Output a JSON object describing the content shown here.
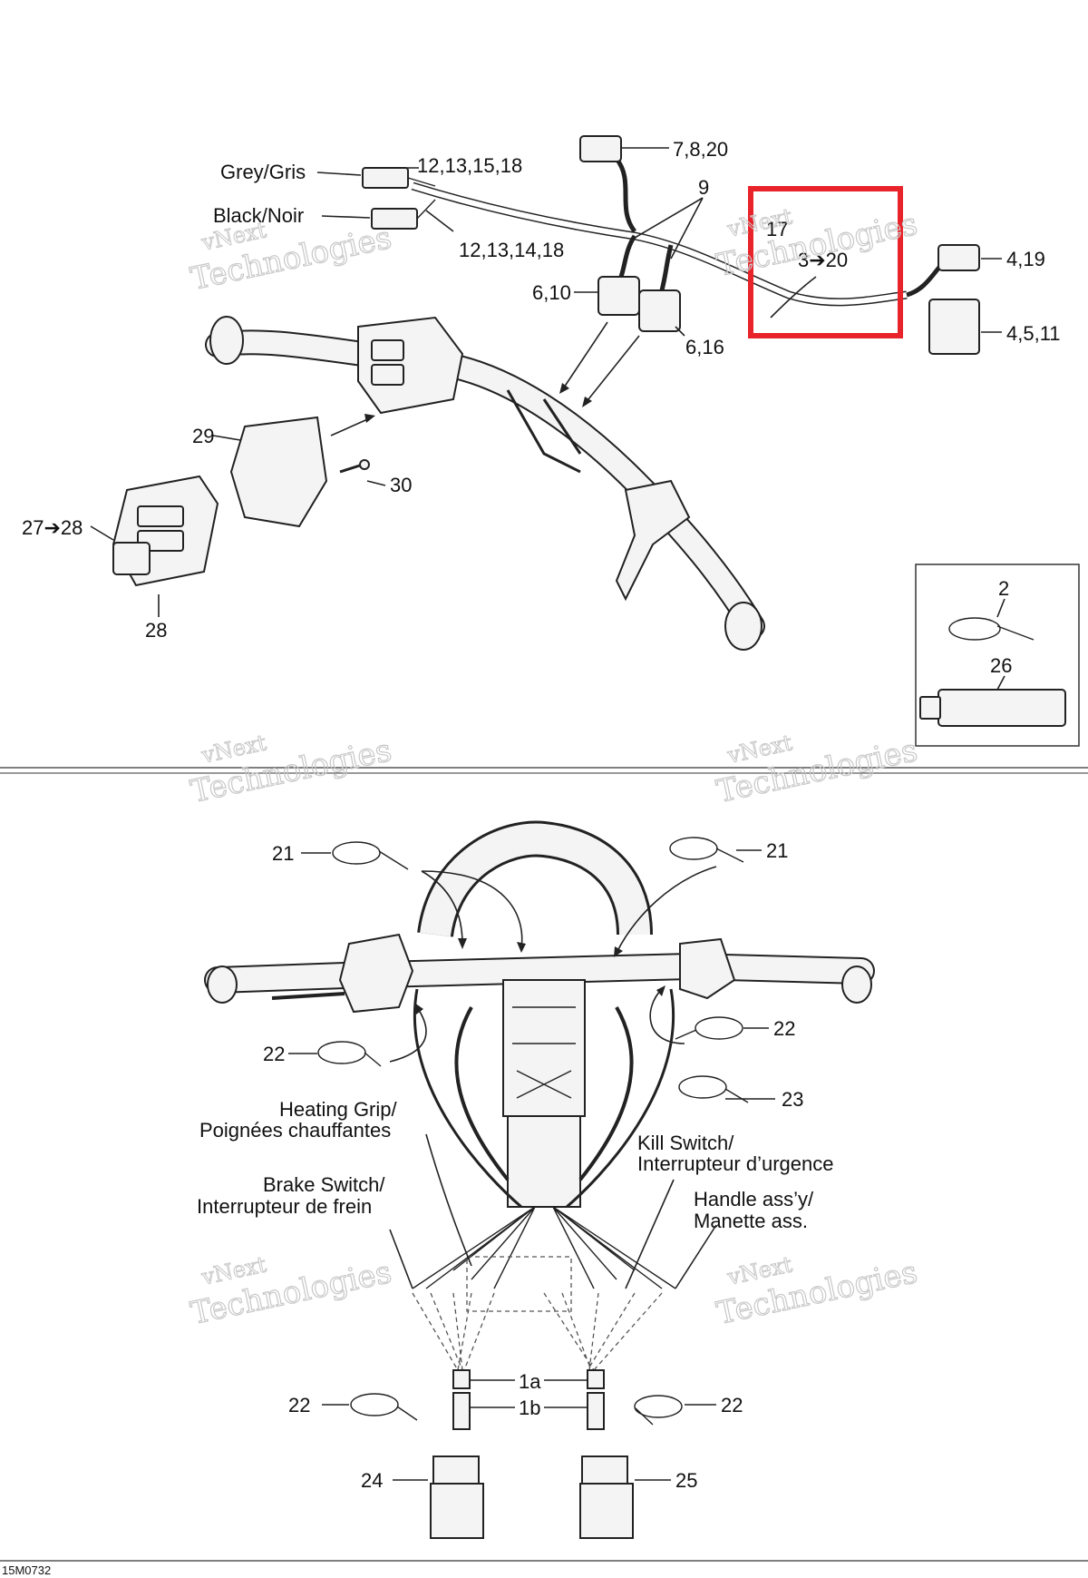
{
  "diagram": {
    "figure_code": "15M0732",
    "watermark": [
      "vNext",
      "Technologies"
    ],
    "labels": {
      "grey": "Grey/Gris",
      "black": "Black/Noir",
      "l_12_13_15_18": "12,13,15,18",
      "l_12_13_14_18": "12,13,14,18",
      "l_7_8_20": "7,8,20",
      "l_9": "9",
      "l_6_10": "6,10",
      "l_6_16": "6,16",
      "l_17": "17",
      "l_3_20": "3➔20",
      "l_4_19": "4,19",
      "l_4_5_11": "4,5,11",
      "l_29": "29",
      "l_30": "30",
      "l_27_28": "27➔28",
      "l_28": "28",
      "l_2": "2",
      "l_26": "26",
      "l_21a": "21",
      "l_21b": "21",
      "l_22a": "22",
      "l_22b": "22",
      "l_23": "23",
      "heating_1": "Heating Grip/",
      "heating_2": "Poignées chauffantes",
      "brake_1": "Brake Switch/",
      "brake_2": "Interrupteur de frein",
      "kill_1": "Kill Switch/",
      "kill_2": "Interrupteur d’urgence",
      "handle_1": "Handle ass’y/",
      "handle_2": "Manette ass.",
      "l_1a": "1a",
      "l_1b": "1b",
      "l_22c": "22",
      "l_22d": "22",
      "l_24": "24",
      "l_25": "25"
    },
    "highlight_color": "#e8232a"
  }
}
